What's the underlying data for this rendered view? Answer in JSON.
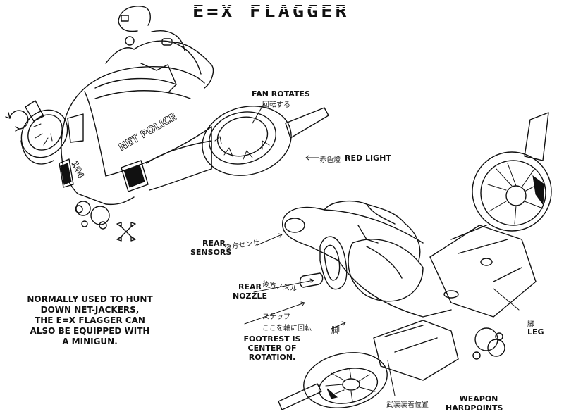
{
  "title": "E=X FLAGGER",
  "caption_lines": [
    "NORMALLY USED TO HUNT",
    "DOWN NET-JACKERS,",
    "THE E=X FLAGGER CAN",
    "ALSO BE EQUIPPED WITH",
    "A MINIGUN."
  ],
  "decals": {
    "side_text": "NET POLICE",
    "unit_number": "104"
  },
  "annotations": {
    "fan": {
      "en": "FAN ROTATES",
      "jp": "回転する"
    },
    "red_light": {
      "en": "RED LIGHT",
      "jp": "赤色燈"
    },
    "rear_sensors": {
      "en_line1": "REAR",
      "en_line2": "SENSORS",
      "jp": "後方センサ"
    },
    "rear_nozzle": {
      "en_line1": "REAR",
      "en_line2": "NOZZLE",
      "jp": "後方ノズル"
    },
    "footrest": {
      "jp_line1": "ステップ",
      "jp_line2": "ここを軸に回転",
      "en_line1": "FOOTREST IS",
      "en_line2": "CENTER OF",
      "en_line3": "ROTATION."
    },
    "leg_inner": {
      "jp": "脚"
    },
    "leg": {
      "en": "LEG",
      "jp": "脚"
    },
    "weapon": {
      "en_line1": "WEAPON",
      "en_line2": "HARDPOINTS",
      "jp": "武装装着位置"
    }
  }
}
